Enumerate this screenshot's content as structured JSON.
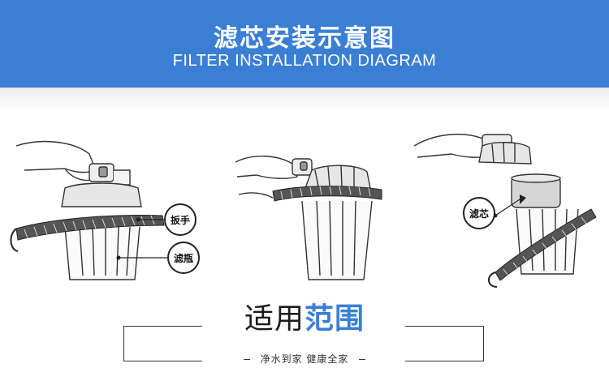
{
  "header": {
    "title": "滤芯安装示意图",
    "subtitle": "FILTER INSTALLATION DIAGRAM",
    "background": "#3a7fd4"
  },
  "panels": {
    "step1": {
      "labels": [
        "扳手",
        "滤瓶"
      ]
    },
    "step3": {
      "labels": [
        "滤芯"
      ]
    }
  },
  "range": {
    "title_plain": "适用",
    "title_accent": "范围",
    "accent_color": "#3a7fd4",
    "slogan": "净水到家 健康全家"
  }
}
